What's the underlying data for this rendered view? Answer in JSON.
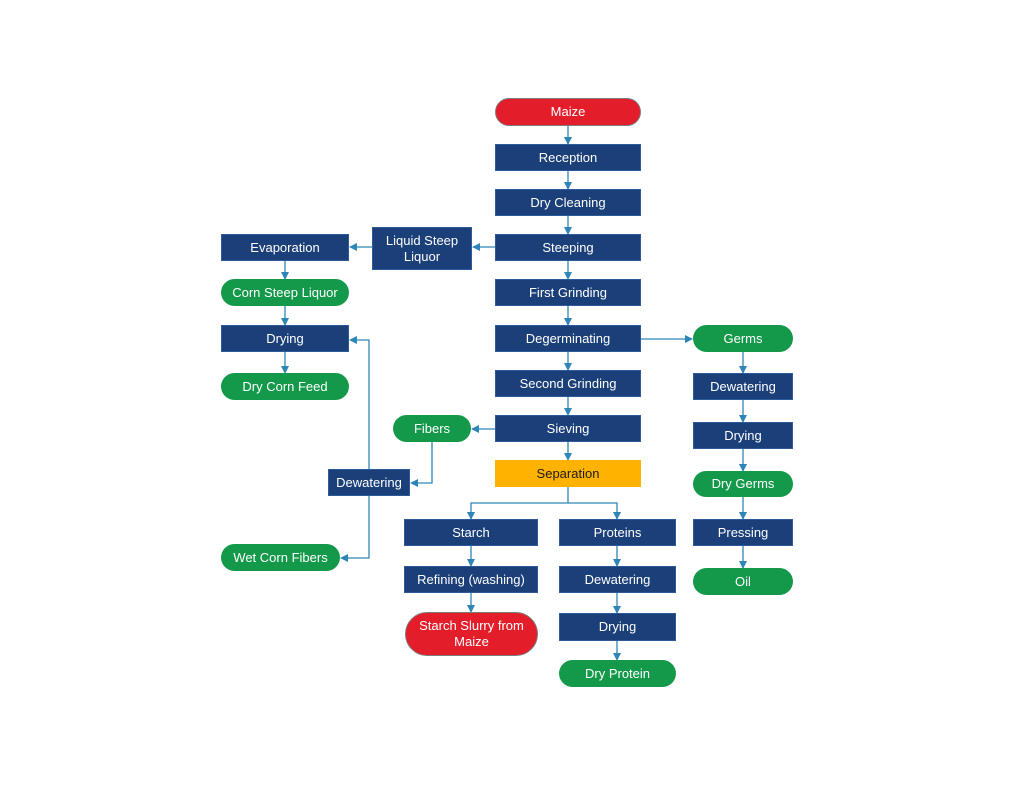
{
  "colors": {
    "process": "#1b3f78",
    "product": "#14994a",
    "terminal": "#e31e2a",
    "decision": "#ffb300",
    "connector": "#2e86b8"
  },
  "nodes": {
    "maize": "Maize",
    "reception": "Reception",
    "dry_cleaning": "Dry Cleaning",
    "steeping": "Steeping",
    "first_grinding": "First Grinding",
    "degerminating": "Degerminating",
    "second_grinding": "Second Grinding",
    "sieving": "Sieving",
    "separation": "Separation",
    "liquid_steep_liquor": "Liquid Steep Liquor",
    "evaporation": "Evaporation",
    "corn_steep_liquor": "Corn Steep Liquor",
    "drying_feed": "Drying",
    "dry_corn_feed": "Dry Corn Feed",
    "fibers": "Fibers",
    "dewatering_fibers": "Dewatering",
    "wet_corn_fibers": "Wet Corn Fibers",
    "starch": "Starch",
    "refining": "Refining (washing)",
    "starch_slurry": "Starch Slurry from Maize",
    "proteins": "Proteins",
    "dewatering_proteins": "Dewatering",
    "drying_proteins": "Drying",
    "dry_protein": "Dry Protein",
    "germs": "Germs",
    "dewatering_germs": "Dewatering",
    "drying_germs": "Drying",
    "dry_germs": "Dry Germs",
    "pressing": "Pressing",
    "oil": "Oil"
  }
}
